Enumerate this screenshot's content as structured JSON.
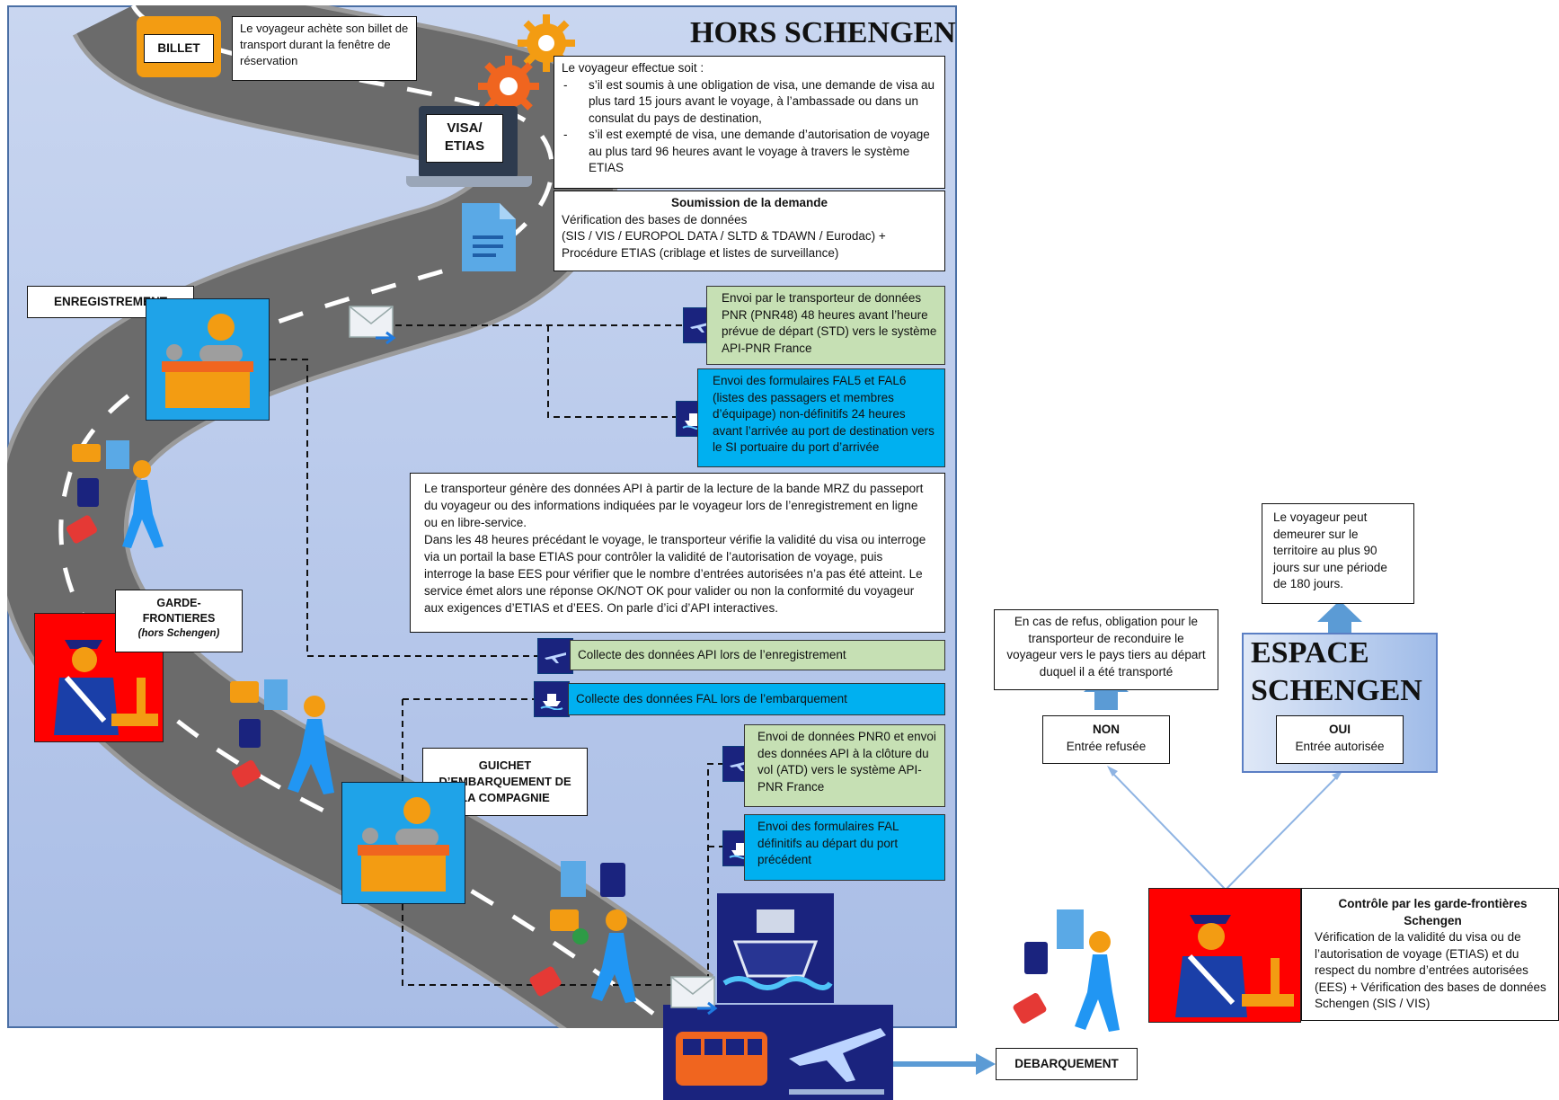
{
  "panel_title": "HORS SCHENGEN",
  "billet": {
    "label": "BILLET",
    "desc": "Le voyageur achète son billet de transport durant la fenêtre de réservation"
  },
  "visa": {
    "label_line1": "VISA/",
    "label_line2": "ETIAS",
    "intro": "Le voyageur effectue soit :",
    "item1": "s’il est soumis à une obligation de visa, une demande de visa au plus tard 15 jours avant le voyage, à l’ambassade ou dans un consulat du pays de destination,",
    "item2": "s’il est exempté de visa, une demande d’autorisation de voyage au plus tard 96 heures avant le voyage à travers le système ETIAS"
  },
  "soumission": {
    "title": "Soumission de la demande",
    "line1": "Vérification des bases de données",
    "line2": "(SIS / VIS / EUROPOL DATA / SLTD & TDAWN / Eurodac) +",
    "line3": "Procédure ETIAS (criblage et listes de surveillance)"
  },
  "enregistrement_label": "ENREGISTREMENT",
  "pnr48": "Envoi par le transporteur de données PNR (PNR48) 48 heures avant l’heure prévue de départ (STD) vers le système API-PNR France",
  "fal5": "Envoi des formulaires FAL5 et FAL6 (listes des passagers et membres d’équipage) non-définitifs 24 heures avant l’arrivée au port de destination vers le SI portuaire du port d’arrivée",
  "api_text": {
    "p1": "Le transporteur génère des données API à partir de la lecture de la bande MRZ du passeport du voyageur ou des informations indiquées par le voyageur lors de l’enregistrement en ligne ou en libre-service.",
    "p2": "Dans les 48 heures précédant le voyage, le transporteur vérifie la validité du visa ou interroge via un portail la base ETIAS pour contrôler la validité de l’autorisation de voyage, puis interroge la base EES pour vérifier que le nombre d’entrées autorisées n’a pas été atteint. Le service émet alors une réponse OK/NOT OK pour valider ou non la conformité du voyageur aux exigences d’ETIAS et d’EES. On parle d’ici d’API interactives."
  },
  "garde": {
    "line1": "GARDE-",
    "line2": "FRONTIERES",
    "line3": "(hors Schengen)"
  },
  "collecte_api": "Collecte des données API lors de l’enregistrement",
  "collecte_fal": "Collecte des données FAL lors de l’embarquement",
  "guichet": {
    "line1": "GUICHET",
    "line2": "D’EMBARQUEMENT DE",
    "line3": "LA COMPAGNIE"
  },
  "pnr0": "Envoi de données PNR0 et envoi des données API à la clôture du vol (ATD) vers le système API-PNR France",
  "fal_def": "Envoi des formulaires FAL définitifs au départ du port précédent",
  "debarquement": "DEBARQUEMENT",
  "refus": "En cas de refus, obligation pour le transporteur de reconduire le voyageur vers le pays tiers au départ duquel il a été transporté",
  "non": {
    "title": "NON",
    "sub": "Entrée refusée"
  },
  "oui": {
    "title": "OUI",
    "sub": "Entrée autorisée"
  },
  "espace": {
    "line1": "ESPACE",
    "line2": "SCHENGEN"
  },
  "sejour": "Le voyageur peut demeurer sur le territoire au plus 90 jours sur une période de 180 jours.",
  "controle": {
    "title": "Contrôle par les garde-frontières Schengen",
    "body": "Vérification de la validité du visa ou de l’autorisation de voyage (ETIAS) et du respect du nombre d’entrées autorisées (EES) + Vérification des bases de données Schengen (SIS / VIS)"
  },
  "colors": {
    "green": "#c6e0b4",
    "cyan": "#00b0f0",
    "red": "#ff0000",
    "navy": "#1a237e",
    "orange": "#f39c12",
    "arrow": "#5b9bd5"
  }
}
